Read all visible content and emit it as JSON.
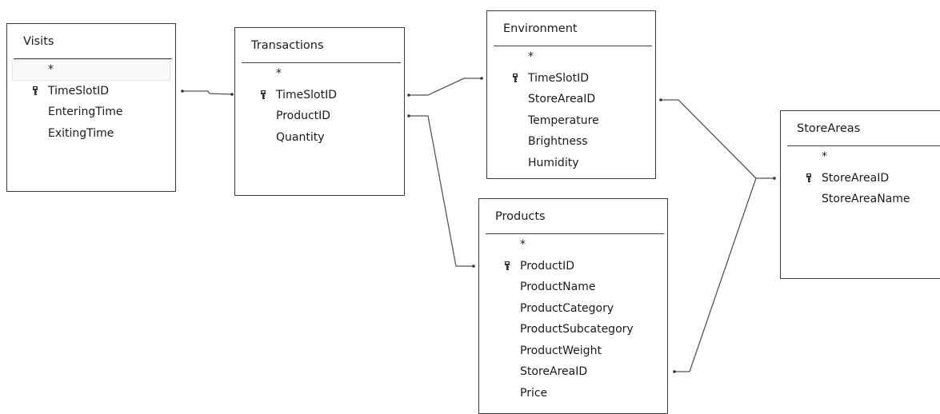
{
  "tables": {
    "visits": {
      "title": "Visits",
      "star": "*",
      "fields": [
        {
          "label": "TimeSlotID",
          "key": true
        },
        {
          "label": "EnteringTime",
          "key": false
        },
        {
          "label": "ExitingTime",
          "key": false
        }
      ]
    },
    "transactions": {
      "title": "Transactions",
      "star": "*",
      "fields": [
        {
          "label": "TimeSlotID",
          "key": true
        },
        {
          "label": "ProductID",
          "key": false
        },
        {
          "label": "Quantity",
          "key": false
        }
      ]
    },
    "environment": {
      "title": "Environment",
      "star": "*",
      "fields": [
        {
          "label": "TimeSlotID",
          "key": true
        },
        {
          "label": "StoreAreaID",
          "key": false
        },
        {
          "label": "Temperature",
          "key": false
        },
        {
          "label": "Brightness",
          "key": false
        },
        {
          "label": "Humidity",
          "key": false
        }
      ]
    },
    "products": {
      "title": "Products",
      "star": "*",
      "fields": [
        {
          "label": "ProductID",
          "key": true
        },
        {
          "label": "ProductName",
          "key": false
        },
        {
          "label": "ProductCategory",
          "key": false
        },
        {
          "label": "ProductSubcategory",
          "key": false
        },
        {
          "label": "ProductWeight",
          "key": false
        },
        {
          "label": "StoreAreaID",
          "key": false
        },
        {
          "label": "Price",
          "key": false
        }
      ]
    },
    "storeareas": {
      "title": "StoreAreas",
      "star": "*",
      "fields": [
        {
          "label": "StoreAreaID",
          "key": true
        },
        {
          "label": "StoreAreaName",
          "key": false
        }
      ]
    }
  },
  "relationships": [
    {
      "from": "Visits.TimeSlotID",
      "to": "Transactions.TimeSlotID"
    },
    {
      "from": "Transactions.TimeSlotID",
      "to": "Environment.TimeSlotID"
    },
    {
      "from": "Transactions.ProductID",
      "to": "Products.ProductID"
    },
    {
      "from": "Environment.StoreAreaID",
      "to": "StoreAreas.StoreAreaID"
    },
    {
      "from": "Products.StoreAreaID",
      "to": "StoreAreas.StoreAreaID"
    }
  ],
  "colors": {
    "border": "#3c3c3c",
    "line": "#555555"
  }
}
